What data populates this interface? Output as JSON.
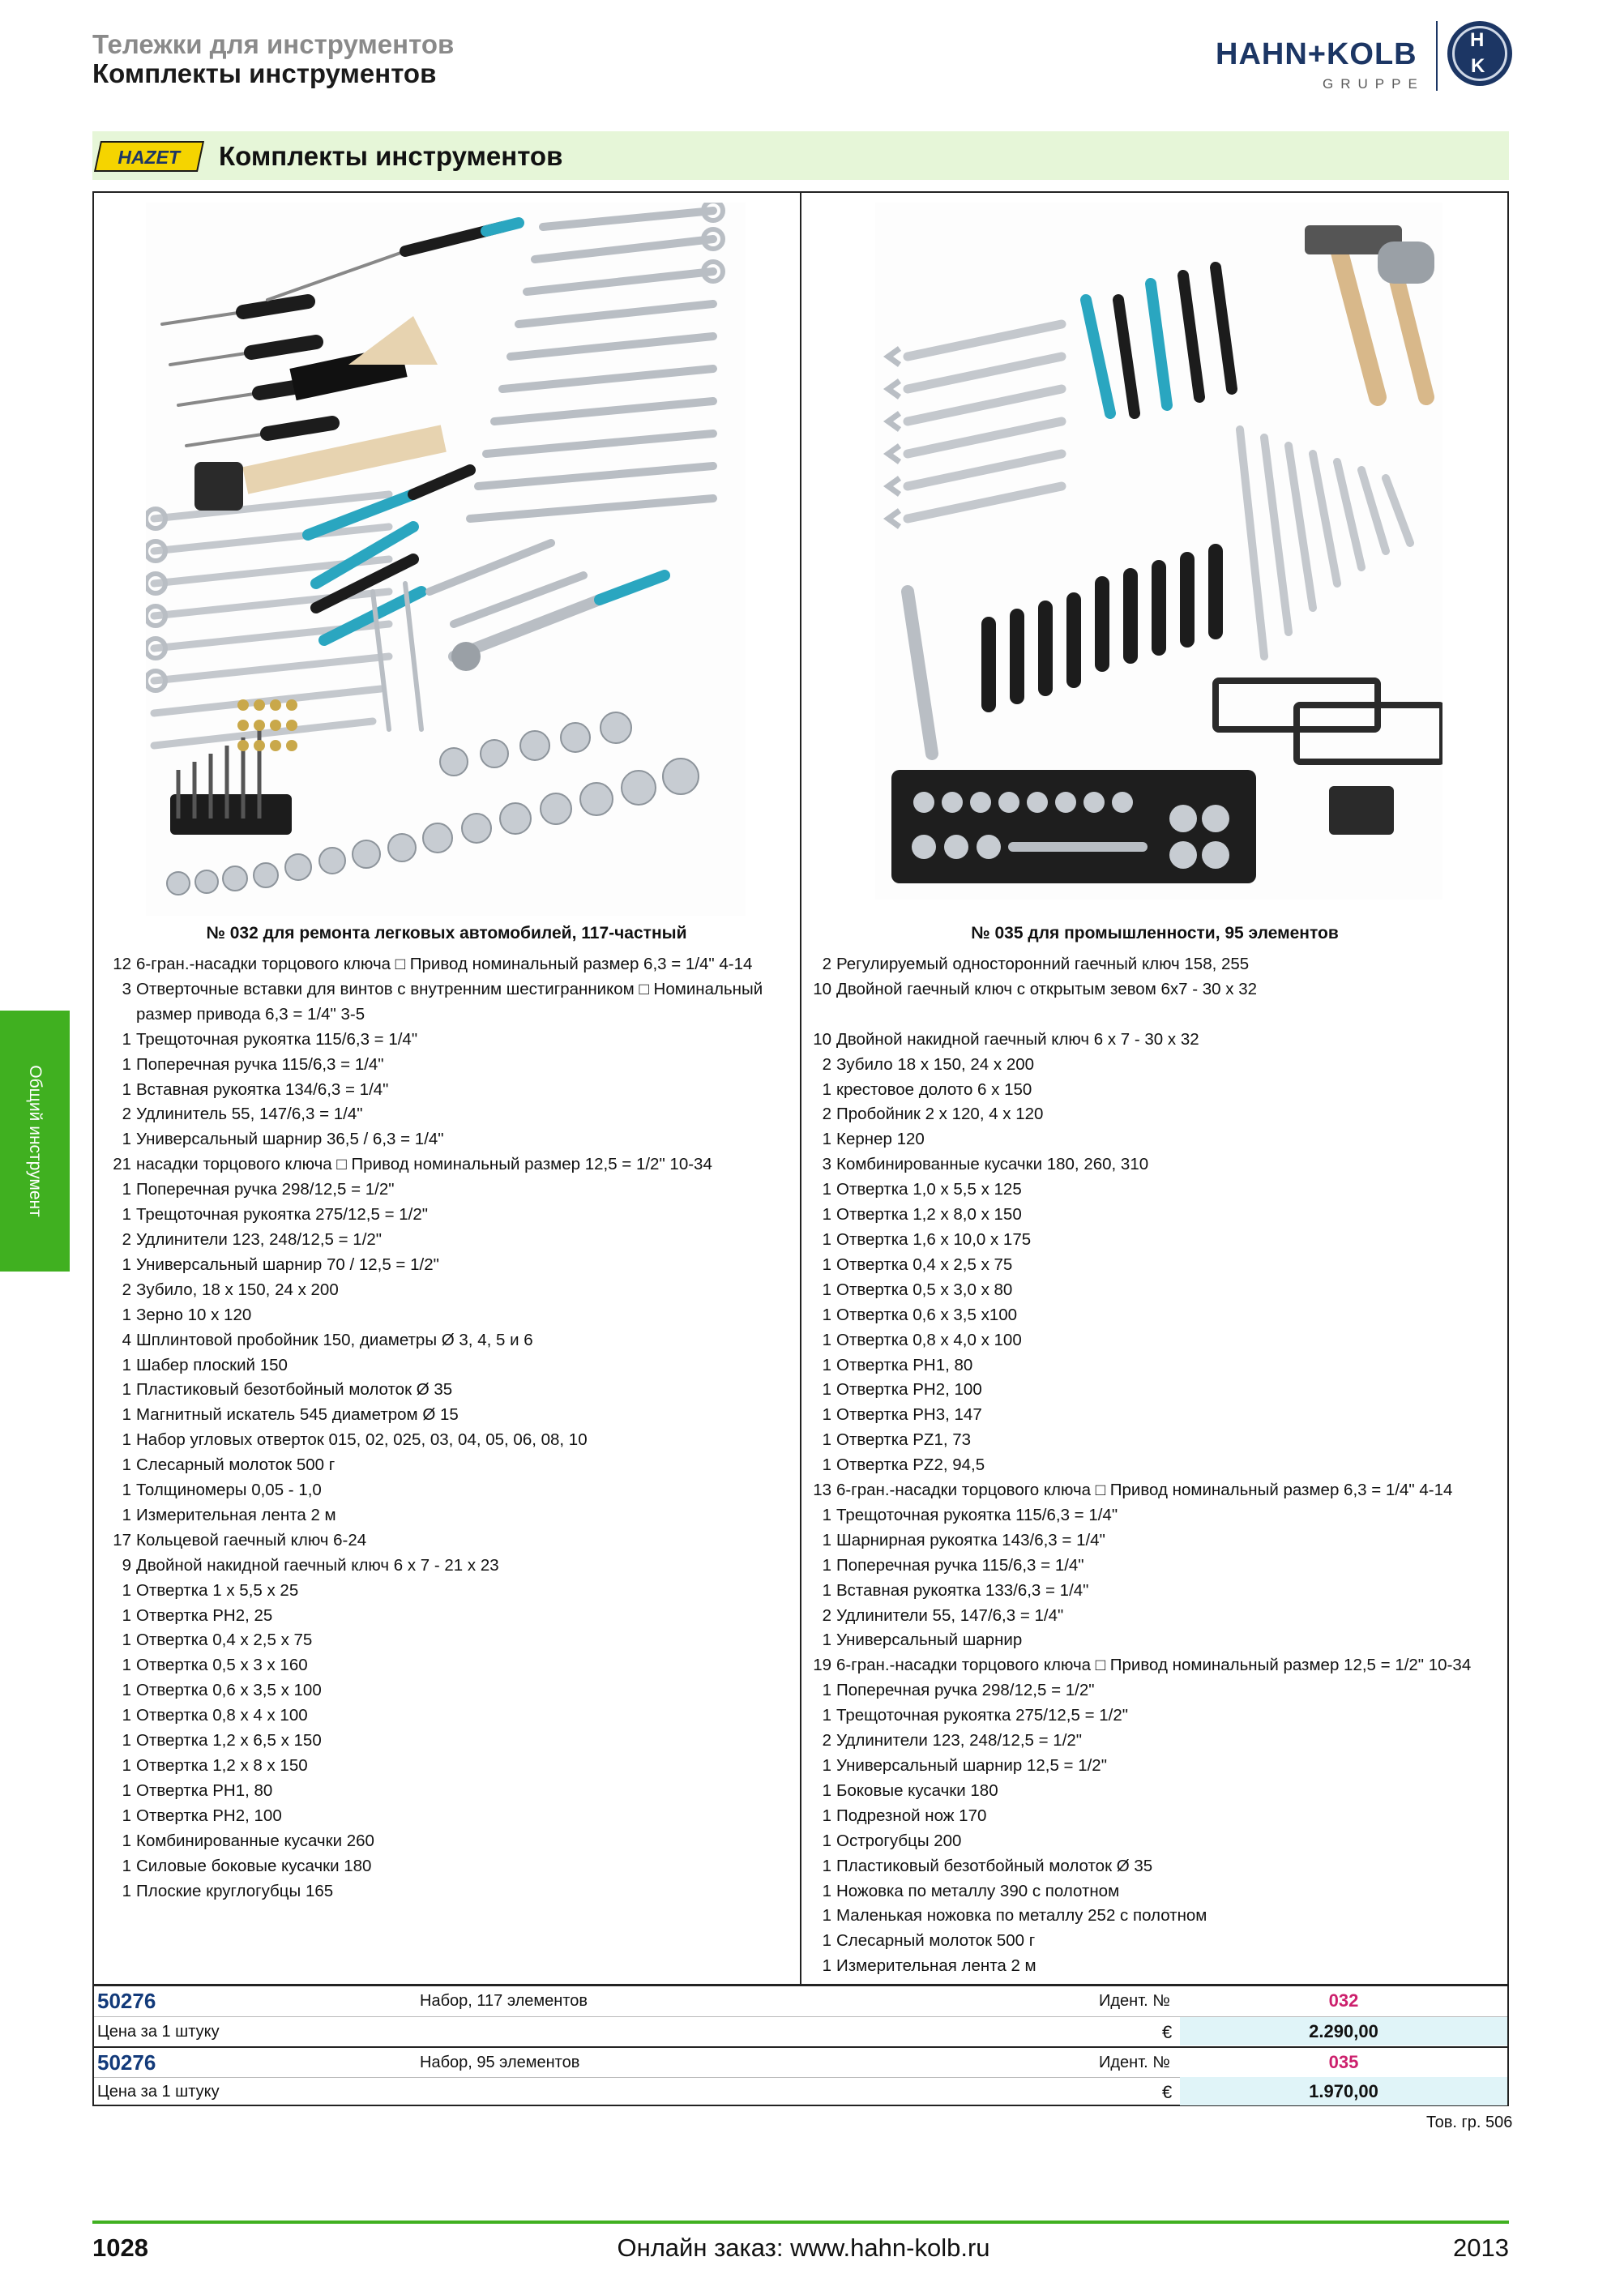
{
  "header": {
    "category": "Тележки для инструментов",
    "subcategory": "Комплекты инструментов"
  },
  "logo": {
    "name": "HAHN+KOLB",
    "group": "GRUPPE",
    "seal_letters": [
      "H",
      "K"
    ],
    "colors": {
      "navy": "#1c3664"
    }
  },
  "title_band": {
    "brand": "HAZET",
    "title": "Комплекты инструментов",
    "colors": {
      "band": "#e6f6d8",
      "badge": "#f5d400"
    }
  },
  "side_tab": {
    "label": "Общий инструмент",
    "color": "#40b020"
  },
  "set_032": {
    "title": "№ 032 для ремонта легковых автомобилей, 117-частный",
    "items": [
      {
        "q": "12",
        "d": "6-гран.-насадки торцового ключа □ Привод номинальный размер 6,3 = 1/4\" 4-14"
      },
      {
        "q": "3",
        "d": "Отверточные вставки для винтов с внутренним шестигранником □ Номинальный"
      },
      {
        "q": "",
        "d": "размер привода 6,3 = 1/4\" 3-5"
      },
      {
        "q": "1",
        "d": "Трещоточная рукоятка 115/6,3 = 1/4\""
      },
      {
        "q": "1",
        "d": "Поперечная ручка 115/6,3 = 1/4\""
      },
      {
        "q": "1",
        "d": "Вставная рукоятка 134/6,3 = 1/4\""
      },
      {
        "q": "2",
        "d": "Удлинитель 55, 147/6,3 = 1/4\""
      },
      {
        "q": "1",
        "d": "Универсальный шарнир 36,5 / 6,3 = 1/4\""
      },
      {
        "q": "21",
        "d": "насадки торцового ключа □ Привод номинальный размер 12,5 = 1/2\" 10-34"
      },
      {
        "q": "1",
        "d": "Поперечная ручка 298/12,5 = 1/2\""
      },
      {
        "q": "1",
        "d": "Трещоточная рукоятка 275/12,5 = 1/2\""
      },
      {
        "q": "2",
        "d": "Удлинители 123, 248/12,5 = 1/2\""
      },
      {
        "q": "1",
        "d": "Универсальный шарнир 70 / 12,5 = 1/2\""
      },
      {
        "q": "2",
        "d": "Зубило, 18 x 150, 24 x 200"
      },
      {
        "q": "1",
        "d": "Зерно 10 x 120"
      },
      {
        "q": "4",
        "d": "Шплинтовой пробойник 150, диаметры Ø 3, 4, 5 и 6"
      },
      {
        "q": "1",
        "d": "Шабер плоский 150"
      },
      {
        "q": "1",
        "d": "Пластиковый безотбойный молоток Ø 35"
      },
      {
        "q": "1",
        "d": "Магнитный искатель 545 диаметром Ø 15"
      },
      {
        "q": "1",
        "d": "Набор угловых отверток 015, 02, 025, 03, 04, 05, 06, 08, 10"
      },
      {
        "q": "1",
        "d": "Слесарный молоток 500 г"
      },
      {
        "q": "1",
        "d": "Толщиномеры 0,05 - 1,0"
      },
      {
        "q": "1",
        "d": "Измерительная лента 2 м"
      },
      {
        "q": "17",
        "d": "Кольцевой  гаечный ключ 6-24"
      },
      {
        "q": "9",
        "d": "Двойной накидной гаечный ключ 6 x 7 - 21 x 23"
      },
      {
        "q": "1",
        "d": "Отвертка 1 x 5,5 x 25"
      },
      {
        "q": "1",
        "d": "Отвертка PH2, 25"
      },
      {
        "q": "1",
        "d": "Отвертка 0,4 x 2,5 x 75"
      },
      {
        "q": "1",
        "d": "Отвертка 0,5 x 3 x 160"
      },
      {
        "q": "1",
        "d": "Отвертка 0,6 x 3,5 x 100"
      },
      {
        "q": "1",
        "d": "Отвертка 0,8 x 4 x 100"
      },
      {
        "q": "1",
        "d": "Отвертка 1,2 x 6,5 x 150"
      },
      {
        "q": "1",
        "d": "Отвертка 1,2 x 8 x 150"
      },
      {
        "q": "1",
        "d": "Отвертка PH1, 80"
      },
      {
        "q": "1",
        "d": "Отвертка PH2, 100"
      },
      {
        "q": "1",
        "d": "Комбинированные кусачки 260"
      },
      {
        "q": "1",
        "d": "Силовые боковые кусачки 180"
      },
      {
        "q": "1",
        "d": "Плоские круглогубцы 165"
      }
    ]
  },
  "set_035": {
    "title": "№ 035 для промышленности, 95 элементов",
    "items": [
      {
        "q": "2",
        "d": "Регулируемый односторонний гаечный ключ 158, 255"
      },
      {
        "q": "10",
        "d": "Двойной гаечный ключ с открытым зевом 6x7 - 30 x 32"
      },
      {
        "q": "",
        "d": ""
      },
      {
        "q": "10",
        "d": "Двойной накидной гаечный ключ 6 x 7 - 30 x 32"
      },
      {
        "q": "2",
        "d": "Зубило 18 x 150, 24 x 200"
      },
      {
        "q": "1",
        "d": "крестовое долото 6 x 150"
      },
      {
        "q": "2",
        "d": "Пробойник 2 x 120, 4 x 120"
      },
      {
        "q": "1",
        "d": "Кернер 120"
      },
      {
        "q": "3",
        "d": "Комбинированные кусачки 180, 260, 310"
      },
      {
        "q": "1",
        "d": "Отвертка 1,0 x 5,5 x 125"
      },
      {
        "q": "1",
        "d": "Отвертка 1,2 x 8,0 x 150"
      },
      {
        "q": "1",
        "d": "Отвертка 1,6 x 10,0 x 175"
      },
      {
        "q": "1",
        "d": "Отвертка 0,4 x 2,5 x 75"
      },
      {
        "q": "1",
        "d": "Отвертка 0,5 x 3,0 x 80"
      },
      {
        "q": "1",
        "d": "Отвертка 0,6 x 3,5 x100"
      },
      {
        "q": "1",
        "d": "Отвертка 0,8 x 4,0 x 100"
      },
      {
        "q": "1",
        "d": "Отвертка PH1, 80"
      },
      {
        "q": "1",
        "d": "Отвертка PH2, 100"
      },
      {
        "q": "1",
        "d": "Отвертка PH3, 147"
      },
      {
        "q": "1",
        "d": "Отвертка PZ1, 73"
      },
      {
        "q": "1",
        "d": "Отвертка PZ2, 94,5"
      },
      {
        "q": "13",
        "d": "6-гран.-насадки торцового ключа □ Привод номинальный размер 6,3 = 1/4\" 4-14"
      },
      {
        "q": "1",
        "d": "Трещоточная рукоятка 115/6,3 = 1/4\""
      },
      {
        "q": "1",
        "d": "Шарнирная рукоятка 143/6,3 = 1/4\""
      },
      {
        "q": "1",
        "d": "Поперечная ручка 115/6,3 = 1/4\""
      },
      {
        "q": "1",
        "d": "Вставная рукоятка 133/6,3 = 1/4\""
      },
      {
        "q": "2",
        "d": "Удлинители 55, 147/6,3 = 1/4\""
      },
      {
        "q": "1",
        "d": "Универсальный шарнир"
      },
      {
        "q": "19",
        "d": "6-гран.-насадки торцового ключа □ Привод номинальный размер 12,5 = 1/2\" 10-34"
      },
      {
        "q": "1",
        "d": "Поперечная ручка 298/12,5 = 1/2\""
      },
      {
        "q": "1",
        "d": "Трещоточная рукоятка 275/12,5 = 1/2\""
      },
      {
        "q": "2",
        "d": "Удлинители 123, 248/12,5 = 1/2\""
      },
      {
        "q": "1",
        "d": "Универсальный шарнир 12,5 = 1/2\""
      },
      {
        "q": "1",
        "d": "Боковые кусачки 180"
      },
      {
        "q": "1",
        "d": "Подрезной нож 170"
      },
      {
        "q": "1",
        "d": "Острогубцы 200"
      },
      {
        "q": "1",
        "d": "Пластиковый безотбойный молоток Ø 35"
      },
      {
        "q": "1",
        "d": "Ножовка по металлу 390 с полотном"
      },
      {
        "q": "1",
        "d": "Маленькая ножовка по металлу 252 с полотном"
      },
      {
        "q": "1",
        "d": "Слесарный молоток 500 г"
      },
      {
        "q": "1",
        "d": "Измерительная лента 2 м"
      }
    ]
  },
  "price_table": {
    "rows": [
      {
        "article": "50276",
        "name": "Набор, 117 элементов",
        "id_label": "Идент. №",
        "id": "032",
        "price_label": "Цена за 1 штуку",
        "currency": "€",
        "price": "2.290,00"
      },
      {
        "article": "50276",
        "name": "Набор, 95 элементов",
        "id_label": "Идент. №",
        "id": "035",
        "price_label": "Цена за 1 штуку",
        "currency": "€",
        "price": "1.970,00"
      }
    ],
    "product_group": "Тов. гр. 506",
    "colors": {
      "article": "#123a7a",
      "id": "#cc1f6c",
      "price_bg": "#e0f4f8"
    }
  },
  "footer": {
    "page": "1028",
    "order": "Онлайн заказ: www.hahn-kolb.ru",
    "year": "2013",
    "line_color": "#40b020"
  }
}
